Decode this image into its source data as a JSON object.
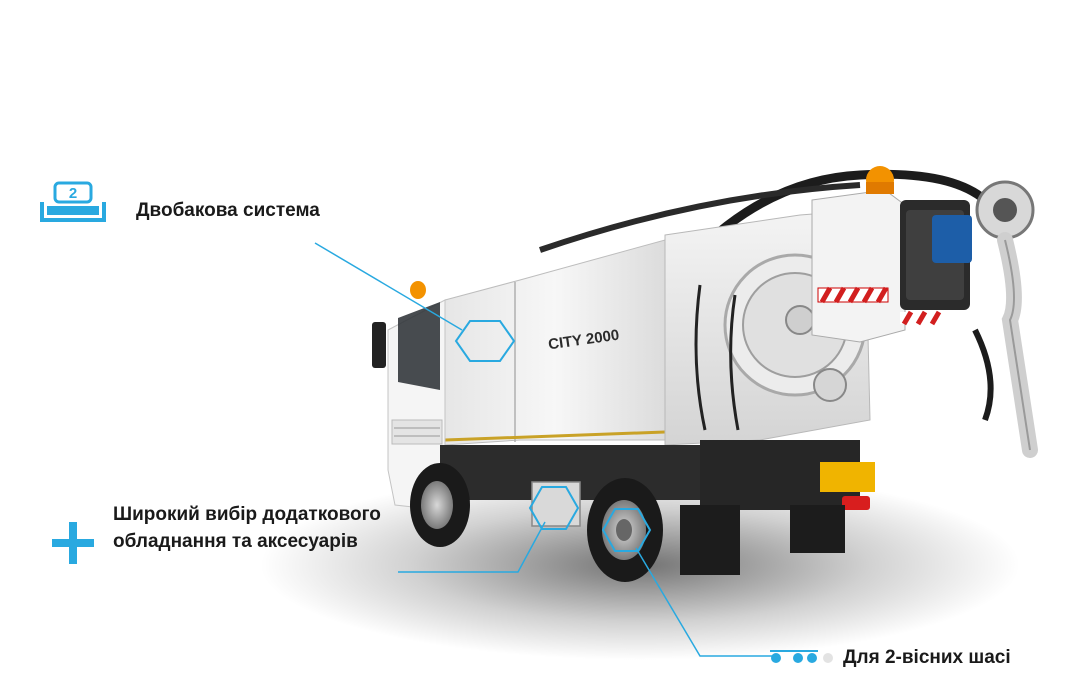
{
  "features": {
    "tanks": {
      "label": "Двобакова система",
      "icon": "two-tank-icon"
    },
    "equipment": {
      "label": "Широкий вибір додаткового обладнання та аксесуарів",
      "icon": "plus-icon"
    },
    "axles": {
      "label": "Для 2-вісних шасі",
      "icon": "two-axle-icon"
    }
  },
  "truck": {
    "model_text": "CITY 2000"
  },
  "colors": {
    "accent": "#29a9e0",
    "text": "#1a1a1a",
    "truck_body": "#f2f2f2",
    "warning_light": "#f39200"
  }
}
